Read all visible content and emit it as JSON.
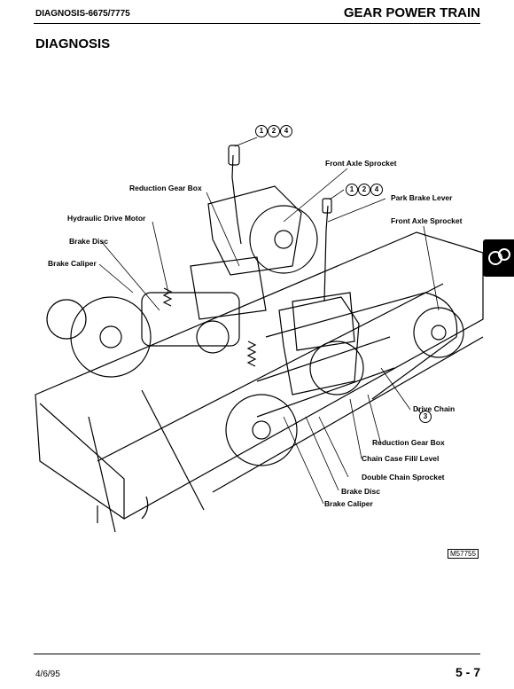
{
  "header": {
    "left": "DIAGNOSIS-6675/7775",
    "right": "GEAR POWER TRAIN"
  },
  "section_title": "DIAGNOSIS",
  "callouts": {
    "group_a": [
      "1",
      "2",
      "4"
    ],
    "group_b": [
      "1",
      "2",
      "4"
    ],
    "single": "3"
  },
  "labels": {
    "reduction_gear_box": "Reduction Gear Box",
    "front_axle_sprocket_top": "Front Axle Sprocket",
    "hydraulic_drive_motor": "Hydraulic Drive Motor",
    "park_brake_lever": "Park Brake Lever",
    "front_axle_sprocket_right": "Front Axle Sprocket",
    "brake_disc_left": "Brake Disc",
    "brake_caliper_left": "Brake Caliper",
    "drive_chain": "Drive Chain",
    "reduction_gear_box_lower": "Reduction Gear Box",
    "chain_case_fill_level": "Chain Case Fill/ Level",
    "double_chain_sprocket": "Double Chain Sprocket",
    "brake_disc_lower": "Brake Disc",
    "brake_caliper_lower": "Brake Caliper"
  },
  "figure_id": "M57755",
  "footer": {
    "date": "4/6/95",
    "page": "5 - 7"
  }
}
